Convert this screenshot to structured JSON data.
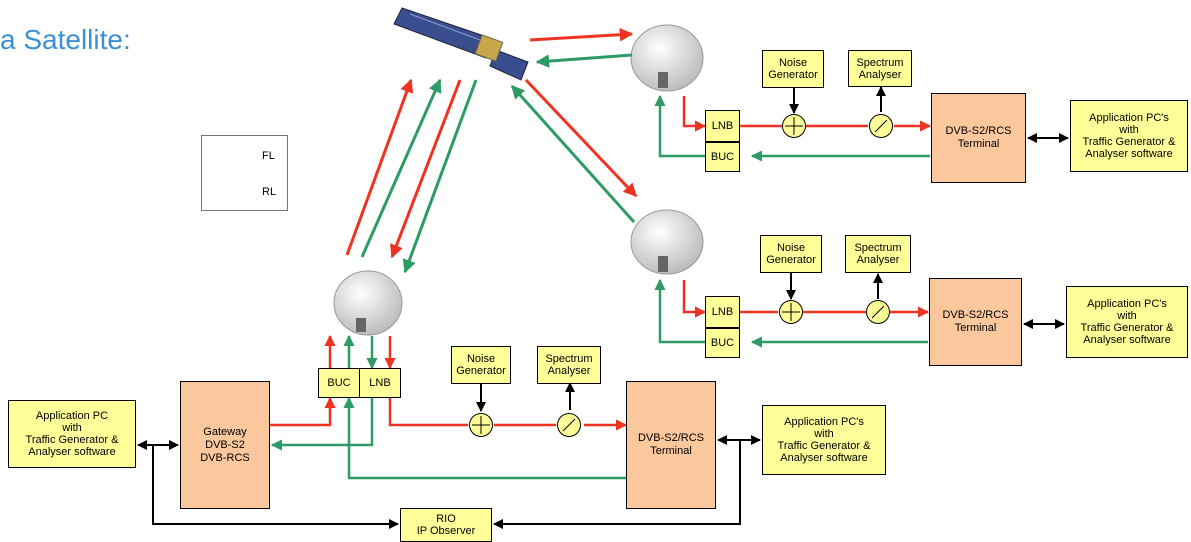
{
  "title": "a Satellite:",
  "legend": {
    "fl": "FL",
    "rl": "RL"
  },
  "colors": {
    "forward": "#ee3322",
    "return": "#2e9a66",
    "box_yellow": "#ffff99",
    "box_orange": "#fbc79c",
    "title_blue": "#3b8fd6"
  },
  "gateway": {
    "app_pc": [
      "Application PC",
      "with",
      "Traffic Generator &",
      "Analyser software"
    ],
    "gateway_box": [
      "Gateway",
      "DVB-S2",
      "DVB-RCS"
    ],
    "buc": "BUC",
    "lnb": "LNB",
    "noise": [
      "Noise",
      "Generator"
    ],
    "spectrum": [
      "Spectrum",
      "Analyser"
    ],
    "terminal": [
      "DVB-S2/RCS",
      "Terminal"
    ],
    "app_pcs": [
      "Application PC's",
      "with",
      "Traffic Generator &",
      "Analyser software"
    ],
    "rio": [
      "RIO",
      "IP Observer"
    ]
  },
  "terminal1": {
    "lnb": "LNB",
    "buc": "BUC",
    "noise": [
      "Noise",
      "Generator"
    ],
    "spectrum": [
      "Spectrum",
      "Analyser"
    ],
    "terminal": [
      "DVB-S2/RCS",
      "Terminal"
    ],
    "app_pcs": [
      "Application PC's",
      "with",
      "Traffic Generator &",
      "Analyser software"
    ]
  },
  "terminal2": {
    "lnb": "LNB",
    "buc": "BUC",
    "noise": [
      "Noise",
      "Generator"
    ],
    "spectrum": [
      "Spectrum",
      "Analyser"
    ],
    "terminal": [
      "DVB-S2/RCS",
      "Terminal"
    ],
    "app_pcs": [
      "Application PC's",
      "with",
      "Traffic Generator &",
      "Analyser software"
    ]
  }
}
